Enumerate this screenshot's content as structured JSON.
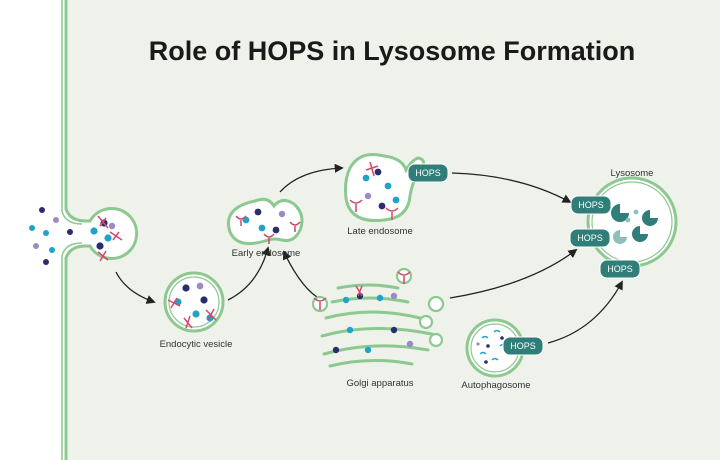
{
  "title": "Role of HOPS in Lysosome Formation",
  "labels": {
    "endocytic_vesicle": "Endocytic vesicle",
    "early_endosome": "Early endosome",
    "late_endosome": "Late endosome",
    "golgi_apparatus": "Golgi apparatus",
    "autophagosome": "Autophagosome",
    "lysosome": "Lysosome"
  },
  "hops": {
    "late_endosome": "HOPS",
    "lysosome_1": "HOPS",
    "lysosome_2": "HOPS",
    "lysosome_3": "HOPS",
    "autophagosome": "HOPS"
  },
  "colors": {
    "background_cell": "#eef2ea",
    "membrane": "#8cc890",
    "hops_fill": "#2f7e79",
    "particle_cyan": "#1fa3c9",
    "particle_navy": "#2a2d6d",
    "particle_lilac": "#9a8ac8",
    "receptor": "#d1496c"
  }
}
